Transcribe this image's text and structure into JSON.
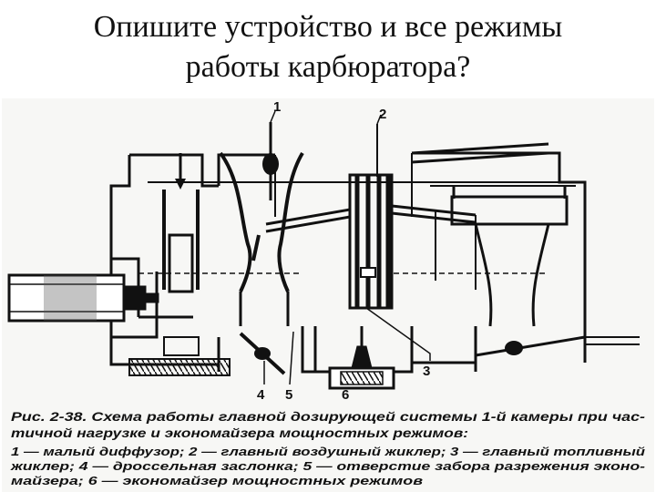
{
  "slide": {
    "title_line1": "Опишите  устройство и все режимы",
    "title_line2": "работы карбюратора?"
  },
  "figure": {
    "callouts": [
      "1",
      "2",
      "3",
      "4",
      "5",
      "6"
    ],
    "caption": {
      "line1": "Рис. 2-38. Схема работы главной дозирующей системы 1-й камеры при час-",
      "line2": "тичной нагрузке и экономайзера мощностных режимов:",
      "legend1": "1 — малый диффузор; 2 — главный воздушный жиклер; 3 — главный топливный",
      "legend2": "жиклер; 4 — дроссельная заслонка; 5 — отверстие забора разрежения эконо-",
      "legend3": "майзера; 6 — экономайзер мощностных режимов"
    }
  },
  "colors": {
    "ink": "#111111",
    "paper": "#ffffff",
    "background": "#f7f7f5"
  }
}
